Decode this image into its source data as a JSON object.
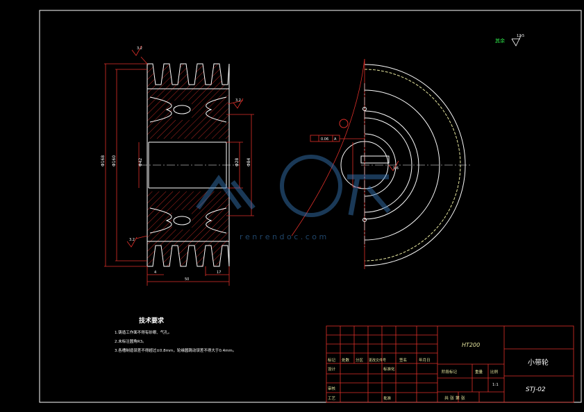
{
  "surface_mark": {
    "label": "其余",
    "value": "12.5"
  },
  "roughness": {
    "top": "3.2",
    "groove": "3.2",
    "bottom": "3.2",
    "bore": "1.6"
  },
  "section": {
    "dia_outer": "Φ168",
    "dia_pitch": "Φ160",
    "dia_bore": "Φ42",
    "dia_hub": "Φ84",
    "dia_small": "Φ28",
    "width_left": "4",
    "width_total": "50",
    "width_right": "17"
  },
  "datum": {
    "symbol": "A",
    "tolerance": "0.06"
  },
  "tech_req": {
    "title": "技术要求",
    "lines": [
      "1.铸造工作面不得有砂眼、气孔。",
      "2.未标注圆角R3。",
      "3.各槽制造误差不得超过±0.8mm，轮缘圆跳动误差不得大于0.4mm。"
    ]
  },
  "title_block": {
    "material": "HT200",
    "part_name": "小带轮",
    "drawing_no": "STJ-02",
    "row_labels": [
      "标记",
      "处数",
      "分区",
      "更改文件号",
      "签名",
      "年月日"
    ],
    "design": "设计",
    "standardize": "标准化",
    "review": "审核",
    "process": "工艺",
    "approve": "批准",
    "stage_mark": "阶段标记",
    "weight": "重量",
    "scale": "比例",
    "scale_value": "1:1",
    "sheets": "共 张  第 张"
  },
  "watermark": {
    "url": "r e n r e n d o c . c o m"
  }
}
